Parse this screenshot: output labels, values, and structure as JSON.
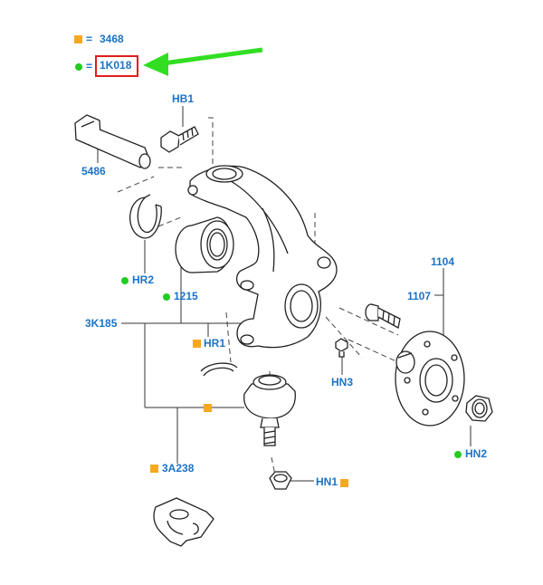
{
  "legend": {
    "item1": {
      "marker": "square",
      "equals": "=",
      "code": "3468"
    },
    "item2": {
      "marker": "dot",
      "equals": "=",
      "code": "1K018",
      "highlighted": true
    }
  },
  "colors": {
    "label_blue": "#1a73c8",
    "square_orange": "#f7a823",
    "dot_green": "#22cc22",
    "highlight_red": "#e01d1d",
    "arrow_green": "#33dd22",
    "line_gray": "#333333"
  },
  "labels": {
    "hb1": "HB1",
    "p5486": "5486",
    "hr2": "HR2",
    "p1215": "1215",
    "p3k185": "3K185",
    "hr1": "HR1",
    "p1104": "1104",
    "p1107": "1107",
    "hn3": "HN3",
    "hn2": "HN2",
    "p3a238": "3A238",
    "hn1": "HN1"
  }
}
